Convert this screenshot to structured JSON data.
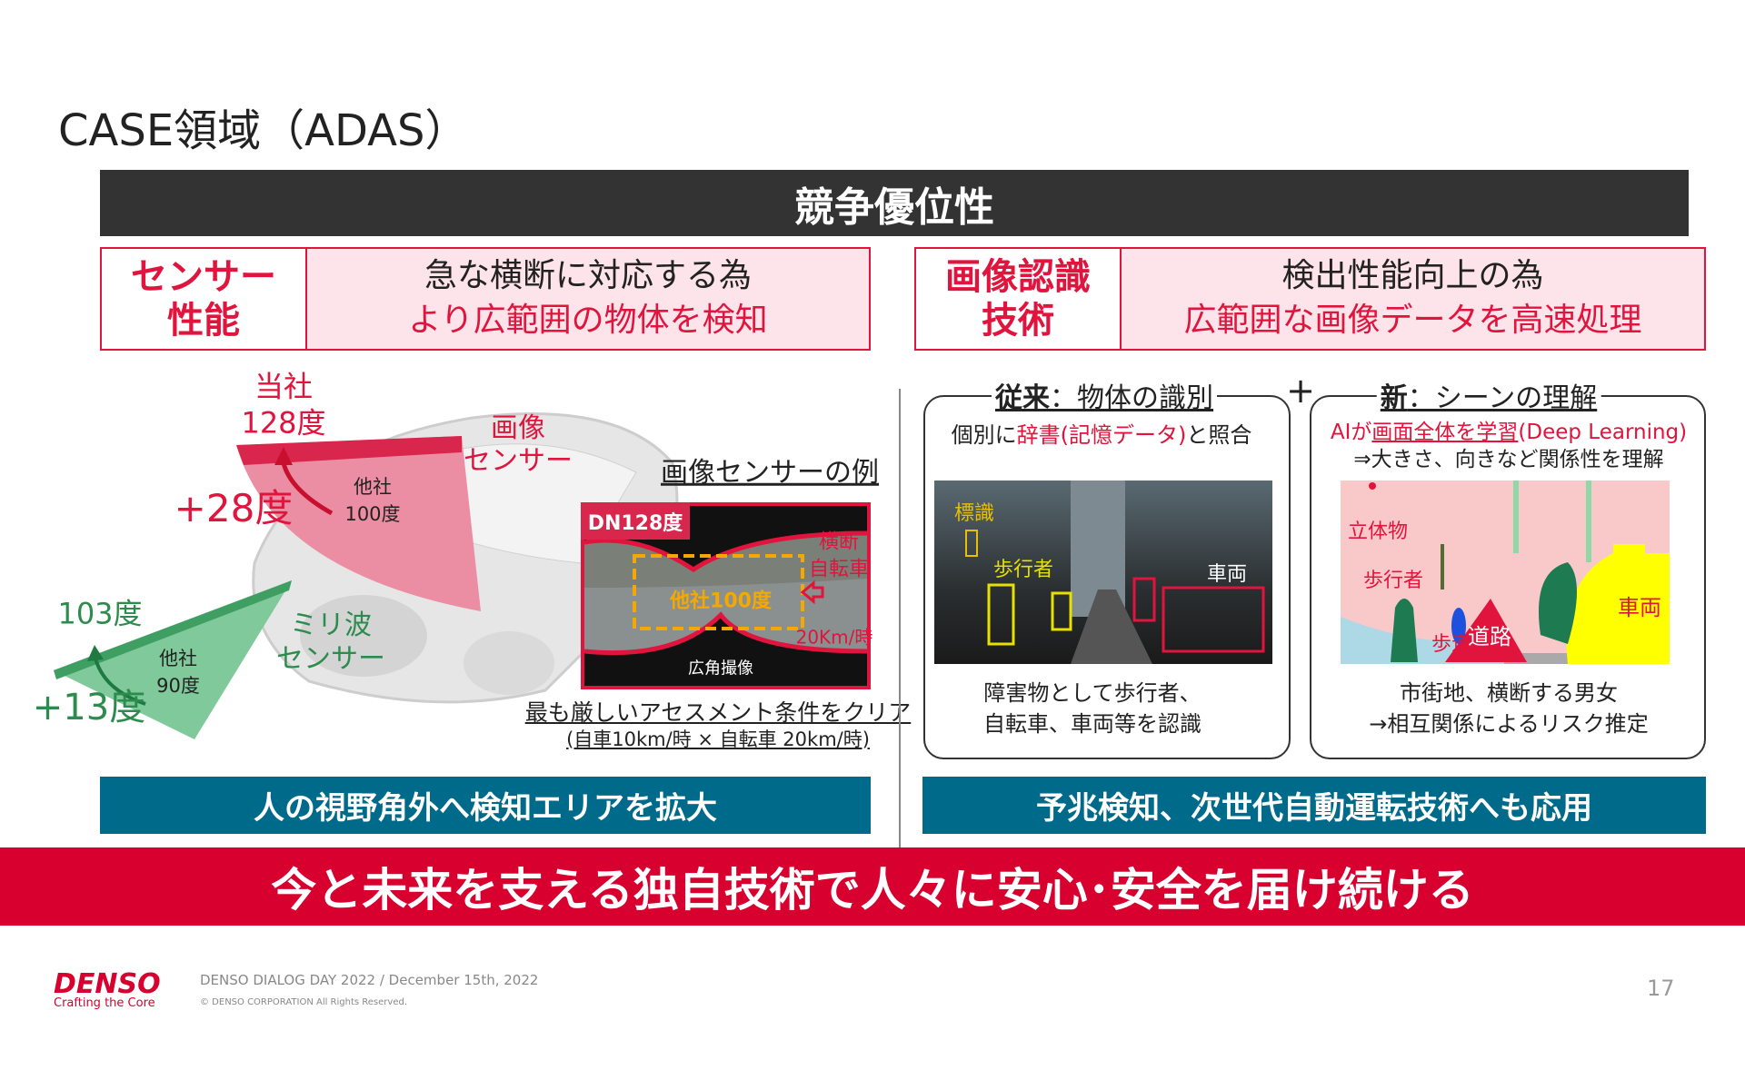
{
  "slide_title": "CASE領域（ADAS）",
  "header_bar": "競争優位性",
  "left_row": {
    "label_line1": "センサー",
    "label_line2": "性能",
    "text_line1": "急な横断に対応する為",
    "text_line2": "より広範囲の物体を検知"
  },
  "right_row": {
    "label_line1": "画像認識",
    "label_line2": "技術",
    "text_line1": "検出性能向上の為",
    "text_line2": "広範囲な画像データを高速処理"
  },
  "left_panel": {
    "image_sensor_company": "当社",
    "image_sensor_angle": "128度",
    "image_sensor_gain": "+28度",
    "image_sensor_other_label": "他社",
    "image_sensor_other_angle": "100度",
    "image_sensor_name_1": "画像",
    "image_sensor_name_2": "センサー",
    "radar_angle": "103度",
    "radar_gain": "+13度",
    "radar_other_label": "他社",
    "radar_other_angle": "90度",
    "radar_name_1": "ミリ波",
    "radar_name_2": "センサー",
    "example_title": "画像センサーの例",
    "example_badge": "DN128度",
    "example_other": "他社100度",
    "example_cross_1": "横断",
    "example_cross_2": "自転車",
    "example_speed": "20Km/時",
    "example_wide": "広角撮像",
    "assessment": "最も厳しいアセスメント条件をクリア",
    "assessment_note": "(自車10km/時 × 自転車 20km/時)",
    "bottom_bar": "人の視野角外へ検知エリアを拡大"
  },
  "right_panel": {
    "old": {
      "title_bold": "従来",
      "title_rest": "：物体の識別",
      "desc_pre": "個別に",
      "desc_red": "辞書(記憶データ)",
      "desc_post": "と照合",
      "tag_sign": "標識",
      "tag_ped": "歩行者",
      "tag_car": "車両",
      "note_line1": "障害物として歩行者、",
      "note_line2": "自転車、車両等を認識"
    },
    "plus": "+",
    "new": {
      "title_bold": "新",
      "title_rest": "：シーンの理解",
      "desc_red_pre": "AIが",
      "desc_red_ul": "画面全体を学習",
      "desc_red_post": "(Deep Learning)",
      "desc2": "⇒大きさ、向きなど関係性を理解",
      "tag_obj": "立体物",
      "tag_ped": "歩行者",
      "tag_walk": "歩道",
      "tag_road": "道路",
      "tag_car": "車両",
      "note_line1": "市街地、横断する男女",
      "note_line2": "→相互関係によるリスク推定"
    },
    "bottom_bar": "予兆検知、次世代自動運転技術へも応用"
  },
  "banner": "今と未来を支える独自技術で人々に安心･安全を届け続ける",
  "footer": {
    "brand": "DENSO",
    "tagline": "Crafting the Core",
    "event": "DENSO DIALOG DAY 2022 / December 15th, 2022",
    "copyright": "© DENSO CORPORATION All Rights Reserved.",
    "page": "17"
  },
  "colors": {
    "red": "#e0143c",
    "banner_red": "#d7002e",
    "blue": "#006a8a",
    "dark": "#333333",
    "pink": "#fde3ea",
    "green": "#2e8b4e"
  }
}
